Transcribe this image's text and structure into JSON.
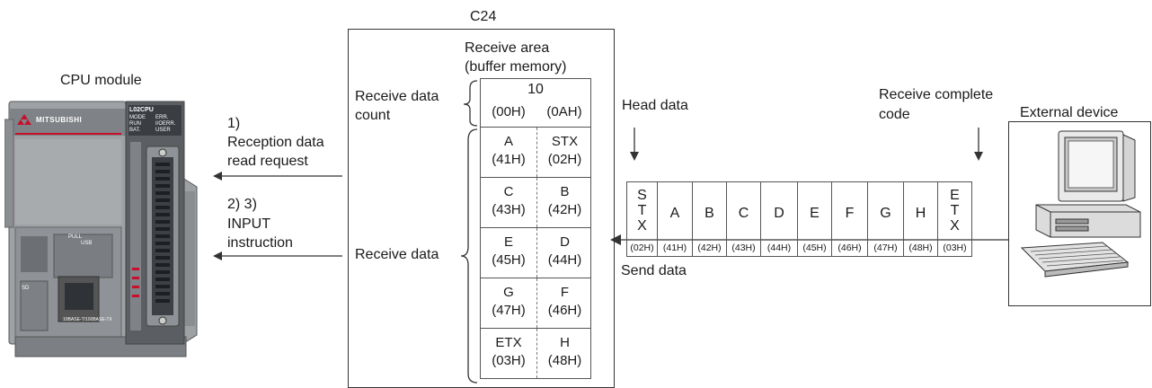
{
  "cpu": {
    "title": "CPU module",
    "brand": "MITSUBISHI",
    "model": "L02CPU",
    "led_left": "MODE\nRUN\nBAT.",
    "led_right": "ERR.\nI/OERR.\nUSER",
    "pull_label": "PULL",
    "usb_label": "USB",
    "ether_label": "10BASE-T/100BASE-TX",
    "sd_label": "SD"
  },
  "steps": {
    "step1_num": "1)",
    "step1_line1": "Reception data",
    "step1_line2": "read request",
    "step23_num": "2) 3)",
    "step23_line1": "INPUT",
    "step23_line2": "instruction"
  },
  "c24": {
    "title": "C24",
    "area_line1": "Receive area",
    "area_line2": "(buffer memory)",
    "count_label_line1": "Receive data",
    "count_label_line2": "count",
    "receive_data_label": "Receive data",
    "count_value": "10",
    "count_hex_left": "(00H)",
    "count_hex_right": "(0AH)",
    "rows": [
      {
        "l_char": "A",
        "l_hex": "(41H)",
        "r_char": "STX",
        "r_hex": "(02H)"
      },
      {
        "l_char": "C",
        "l_hex": "(43H)",
        "r_char": "B",
        "r_hex": "(42H)"
      },
      {
        "l_char": "E",
        "l_hex": "(45H)",
        "r_char": "D",
        "r_hex": "(44H)"
      },
      {
        "l_char": "G",
        "l_hex": "(47H)",
        "r_char": "F",
        "r_hex": "(46H)"
      },
      {
        "l_char": "ETX",
        "l_hex": "(03H)",
        "r_char": "H",
        "r_hex": "(48H)"
      }
    ]
  },
  "transmission": {
    "head_data": "Head data",
    "complete_line1": "Receive complete",
    "complete_line2": "code",
    "send_data": "Send data",
    "frame": [
      {
        "char": "S\nT\nX",
        "hex": "(02H)"
      },
      {
        "char": "A",
        "hex": "(41H)"
      },
      {
        "char": "B",
        "hex": "(42H)"
      },
      {
        "char": "C",
        "hex": "(43H)"
      },
      {
        "char": "D",
        "hex": "(44H)"
      },
      {
        "char": "E",
        "hex": "(45H)"
      },
      {
        "char": "F",
        "hex": "(46H)"
      },
      {
        "char": "G",
        "hex": "(47H)"
      },
      {
        "char": "H",
        "hex": "(48H)"
      },
      {
        "char": "E\nT\nX",
        "hex": "(03H)"
      }
    ]
  },
  "external": {
    "title": "External device"
  },
  "colors": {
    "line": "#333333",
    "cpu_body": "#8a8d90",
    "cpu_dark": "#4a4d52",
    "brand_red": "#c8102e"
  }
}
